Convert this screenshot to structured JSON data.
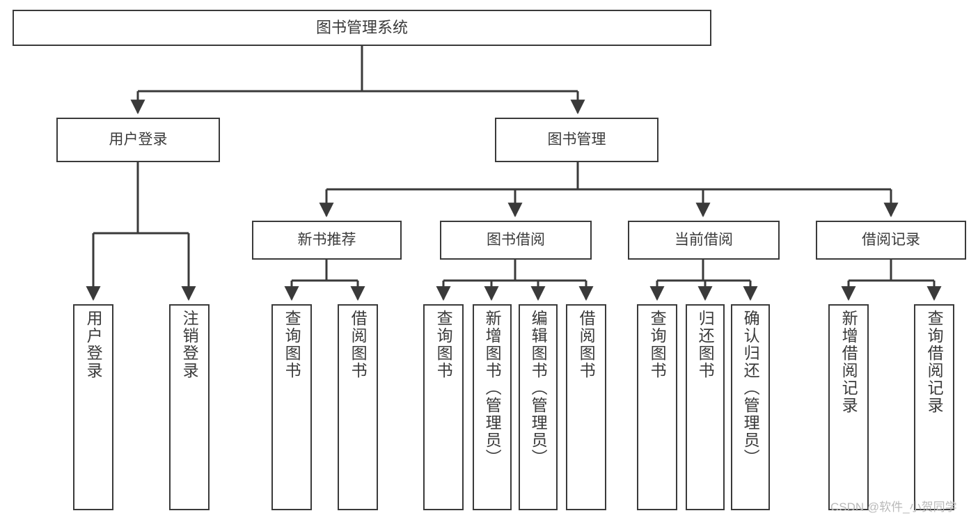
{
  "diagram": {
    "title": "图书管理系统",
    "type": "功能结构图",
    "line_color": "#3a3a3a",
    "box_fill": "#ffffff",
    "background": "#ffffff"
  },
  "watermark": {
    "text": "CSDN @软件_小贺同学",
    "color": "#b9b9b9"
  },
  "nodes": {
    "root": {
      "label": "图书管理系统",
      "level": 1
    },
    "level2": [
      {
        "id": "user-login",
        "label": "用户登录"
      },
      {
        "id": "book-management",
        "label": "图书管理"
      }
    ],
    "level3": [
      {
        "id": "new-book-recommend",
        "label": "新书推荐"
      },
      {
        "id": "book-borrow",
        "label": "图书借阅"
      },
      {
        "id": "current-borrow",
        "label": "当前借阅"
      },
      {
        "id": "borrow-record",
        "label": "借阅记录"
      }
    ],
    "leaves": [
      {
        "id": "leaf-user-login",
        "label": "用户登录",
        "parent": "user-login"
      },
      {
        "id": "leaf-logout-login",
        "label": "注销登录",
        "parent": "user-login"
      },
      {
        "id": "leaf-query-book-1",
        "label": "查询图书",
        "parent": "new-book-recommend"
      },
      {
        "id": "leaf-borrow-book-1",
        "label": "借阅图书",
        "parent": "new-book-recommend"
      },
      {
        "id": "leaf-query-book-2",
        "label": "查询图书",
        "parent": "book-borrow"
      },
      {
        "id": "leaf-add-book",
        "label": "新增图书（管理员）",
        "parent": "book-borrow"
      },
      {
        "id": "leaf-edit-book",
        "label": "编辑图书（管理员）",
        "parent": "book-borrow"
      },
      {
        "id": "leaf-borrow-book-2",
        "label": "借阅图书",
        "parent": "book-borrow"
      },
      {
        "id": "leaf-query-book-3",
        "label": "查询图书",
        "parent": "current-borrow"
      },
      {
        "id": "leaf-return-book",
        "label": "归还图书",
        "parent": "current-borrow"
      },
      {
        "id": "leaf-confirm-return",
        "label": "确认归还（管理员）",
        "parent": "current-borrow"
      },
      {
        "id": "leaf-add-record",
        "label": "新增借阅记录",
        "parent": "borrow-record"
      },
      {
        "id": "leaf-query-record",
        "label": "查询借阅记录",
        "parent": "borrow-record"
      }
    ]
  }
}
